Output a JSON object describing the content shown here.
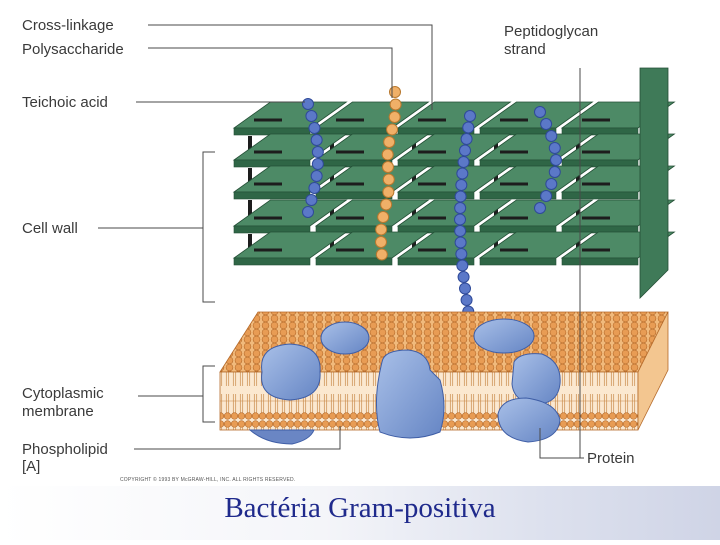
{
  "labels": {
    "cross_linkage": "Cross-linkage",
    "polysaccharide": "Polysaccharide",
    "teichoic_acid": "Teichoic acid",
    "cell_wall": "Cell wall",
    "cytoplasmic": "Cytoplasmic",
    "membrane": "membrane",
    "phospholipid": "Phospholipid",
    "panel": "[A]",
    "peptidoglycan": "Peptidoglycan",
    "strand": "strand",
    "protein": "Protein"
  },
  "copyright": "COPYRIGHT © 1993 BY McGRAW-HILL, INC.  ALL RIGHTS RESERVED.",
  "caption": "Bactéria Gram-positiva",
  "colors": {
    "strand_top": "#4d8a66",
    "strand_front": "#2f6646",
    "cross_link": "#1d1d1d",
    "teichoic_blue": "#5b78c8",
    "teichoic_orange": "#f0b068",
    "membrane_orange": "#e8a058",
    "protein_blue": "#8aa6d8",
    "caption_blue": "#1f2a8c"
  }
}
